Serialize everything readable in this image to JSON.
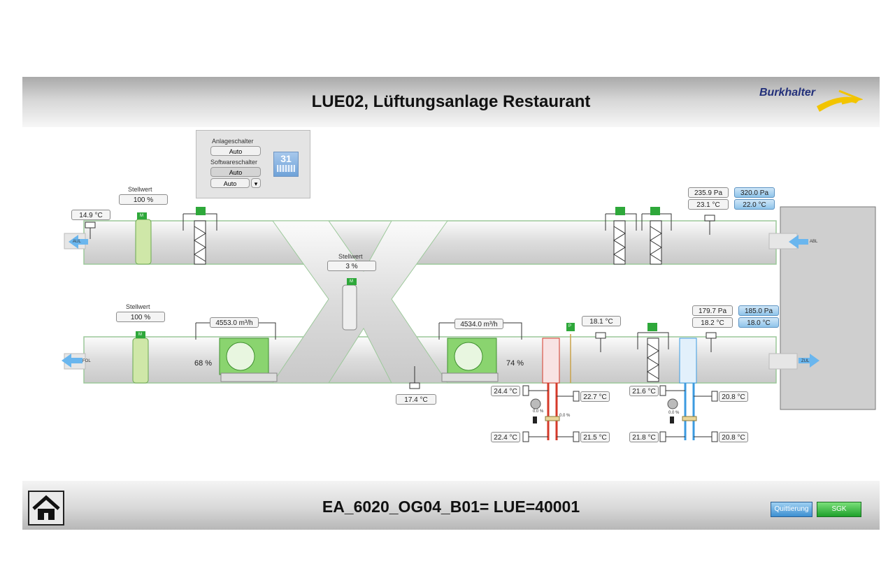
{
  "header": {
    "title": "LUE02, Lüftungsanlage Restaurant",
    "logo": "Burkhalter"
  },
  "footer": {
    "title": "EA_6020_OG04_B01= LUE=40001",
    "quit_button": "Quittierung",
    "sgk_button": "SGK",
    "home_icon": "home-icon"
  },
  "control_panel": {
    "anlage_label": "Anlageschalter",
    "anlage_value": "Auto",
    "software_label": "Softwareschalter",
    "software_value": "Auto",
    "select_value": "Auto",
    "calendar_day": "31"
  },
  "labels": {
    "al": "AUL",
    "fol": "FOL",
    "abl": "ABL",
    "zul": "ZUL",
    "motor": "M",
    "sensor_p": "P"
  },
  "top_damper": {
    "label": "Stellwert",
    "value": "100 %"
  },
  "bottom_damper": {
    "label": "Stellwert",
    "value": "100 %"
  },
  "bypass_damper": {
    "label": "Stellwert",
    "value": "3 %"
  },
  "values": {
    "outside_temp": "14.9 °C",
    "exhaust_pressure": "235.9 Pa",
    "exhaust_pressure_set": "320.0 Pa",
    "exhaust_temp": "23.1 °C",
    "exhaust_temp_set": "22.0 °C",
    "supply_pressure": "179.7 Pa",
    "supply_pressure_set": "185.0 Pa",
    "supply_temp": "18.2 °C",
    "supply_temp_set": "18.0 °C",
    "fan_left_flow": "4553.0 m³/h",
    "fan_left_pct": "68 %",
    "fan_right_flow": "4534.0 m³/h",
    "fan_right_pct": "74 %",
    "after_hr_temp": "17.4 °C",
    "heater_temp": "18.1 °C"
  },
  "heater": {
    "t_in_top": "24.4 °C",
    "t_out_top": "22.7 °C",
    "t_in_bot": "22.4 °C",
    "t_out_bot": "21.5 °C",
    "valve_pct": "0.0 %",
    "pump_pct": "0.0 %"
  },
  "cooler": {
    "t_in_top": "21.6 °C",
    "t_out_top": "20.8 °C",
    "t_in_bot": "21.8 °C",
    "t_out_bot": "20.8 °C",
    "valve_pct": "0.0 %"
  },
  "colors": {
    "duct": "#e8e8e8",
    "duct_border": "#9cc89a",
    "green": "#2ea83a",
    "red": "#d63a2a",
    "blue": "#3c9be0",
    "accent_blue": "#2a6cc7"
  }
}
